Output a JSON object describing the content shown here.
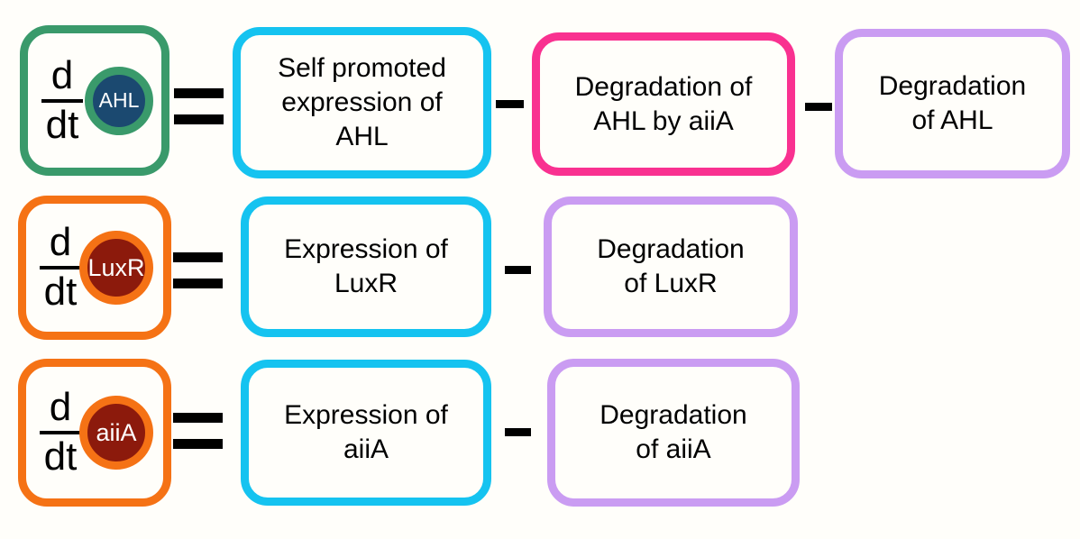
{
  "math": {
    "numerator": "d",
    "denominator": "dt"
  },
  "operators": {
    "equals": "=",
    "minus": "−"
  },
  "colors": {
    "green": "#3a9a6b",
    "navy": "#1b4970",
    "orange": "#f57215",
    "maroon": "#8c1a0c",
    "cyan": "#15c3f0",
    "pink": "#f93190",
    "purple": "#ca9cf2",
    "text": "#000000",
    "circle_text": "#ffffff"
  },
  "rows": [
    {
      "species": "AHL",
      "terms": [
        {
          "label": "Self promoted\nexpression of\nAHL",
          "color": "cyan"
        },
        {
          "label": "Degradation of\nAHL by aiiA",
          "color": "pink"
        },
        {
          "label": "Degradation\nof AHL",
          "color": "purple"
        }
      ]
    },
    {
      "species": "LuxR",
      "terms": [
        {
          "label": "Expression of\nLuxR",
          "color": "cyan"
        },
        {
          "label": "Degradation\nof LuxR",
          "color": "purple"
        }
      ]
    },
    {
      "species": "aiiA",
      "terms": [
        {
          "label": "Expression of\naiiA",
          "color": "cyan"
        },
        {
          "label": "Degradation\nof aiiA",
          "color": "purple"
        }
      ]
    }
  ]
}
